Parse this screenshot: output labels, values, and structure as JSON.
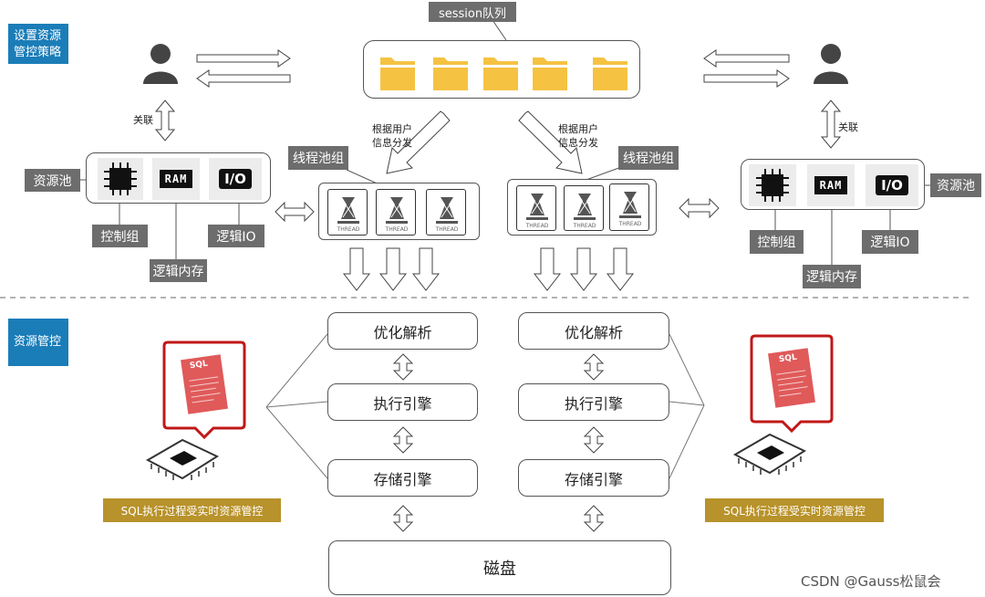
{
  "tags": {
    "set_policy": "设置资源管控策略",
    "resource_control": "资源管控",
    "session_queue": "session队列",
    "resource_pool": "资源池",
    "thread_pool_group": "线程池组",
    "control_group": "控制组",
    "logic_io": "逻辑IO",
    "logic_memory": "逻辑内存",
    "sql_realtime": "SQL执行过程受实时资源管控"
  },
  "labels": {
    "relate": "关联",
    "dispatch_line1": "根据用户",
    "dispatch_line2": "信息分发",
    "ram": "RAM",
    "io": "I/O",
    "sql": "SQL"
  },
  "engines": {
    "optimize": "优化解析",
    "execute": "执行引擎",
    "storage": "存储引擎",
    "disk": "磁盘"
  },
  "thread_card_caption": "THREAD",
  "watermark": "CSDN @Gauss松鼠会",
  "colors": {
    "blue": "#1b7db8",
    "grey": "#6d6d6d",
    "gold": "#b8922a",
    "folder": "#f5c242",
    "sql_doc": "#e05a5a",
    "bubble_border": "#c01818"
  }
}
